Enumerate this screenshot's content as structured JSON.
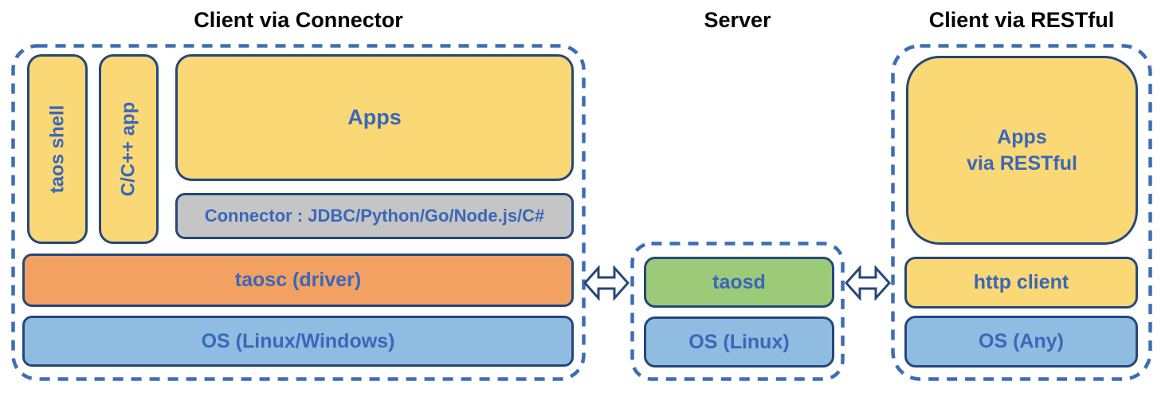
{
  "sections": {
    "left": {
      "title": "Client via Connector",
      "taos_shell": "taos shell",
      "cpp_app": "C/C++ app",
      "apps": "Apps",
      "connector": "Connector : JDBC/Python/Go/Node.js/C#",
      "taosc": "taosc (driver)",
      "os": "OS (Linux/Windows)"
    },
    "server": {
      "title": "Server",
      "taosd": "taosd",
      "os": "OS (Linux)"
    },
    "right": {
      "title": "Client via RESTful",
      "apps_line1": "Apps",
      "apps_line2": "via RESTful",
      "http_client": "http client",
      "os": "OS (Any)"
    }
  },
  "colors": {
    "dashed_border": "#3E6DB5",
    "box_border": "#25477B",
    "label_blue": "#3A67B9",
    "title_black": "#000000",
    "yellow_fill": "#FBD876",
    "orange_fill": "#F2A163",
    "blue_fill": "#90BCE2",
    "green_fill": "#9CCA78",
    "gray_fill": "#C5C5C5"
  }
}
